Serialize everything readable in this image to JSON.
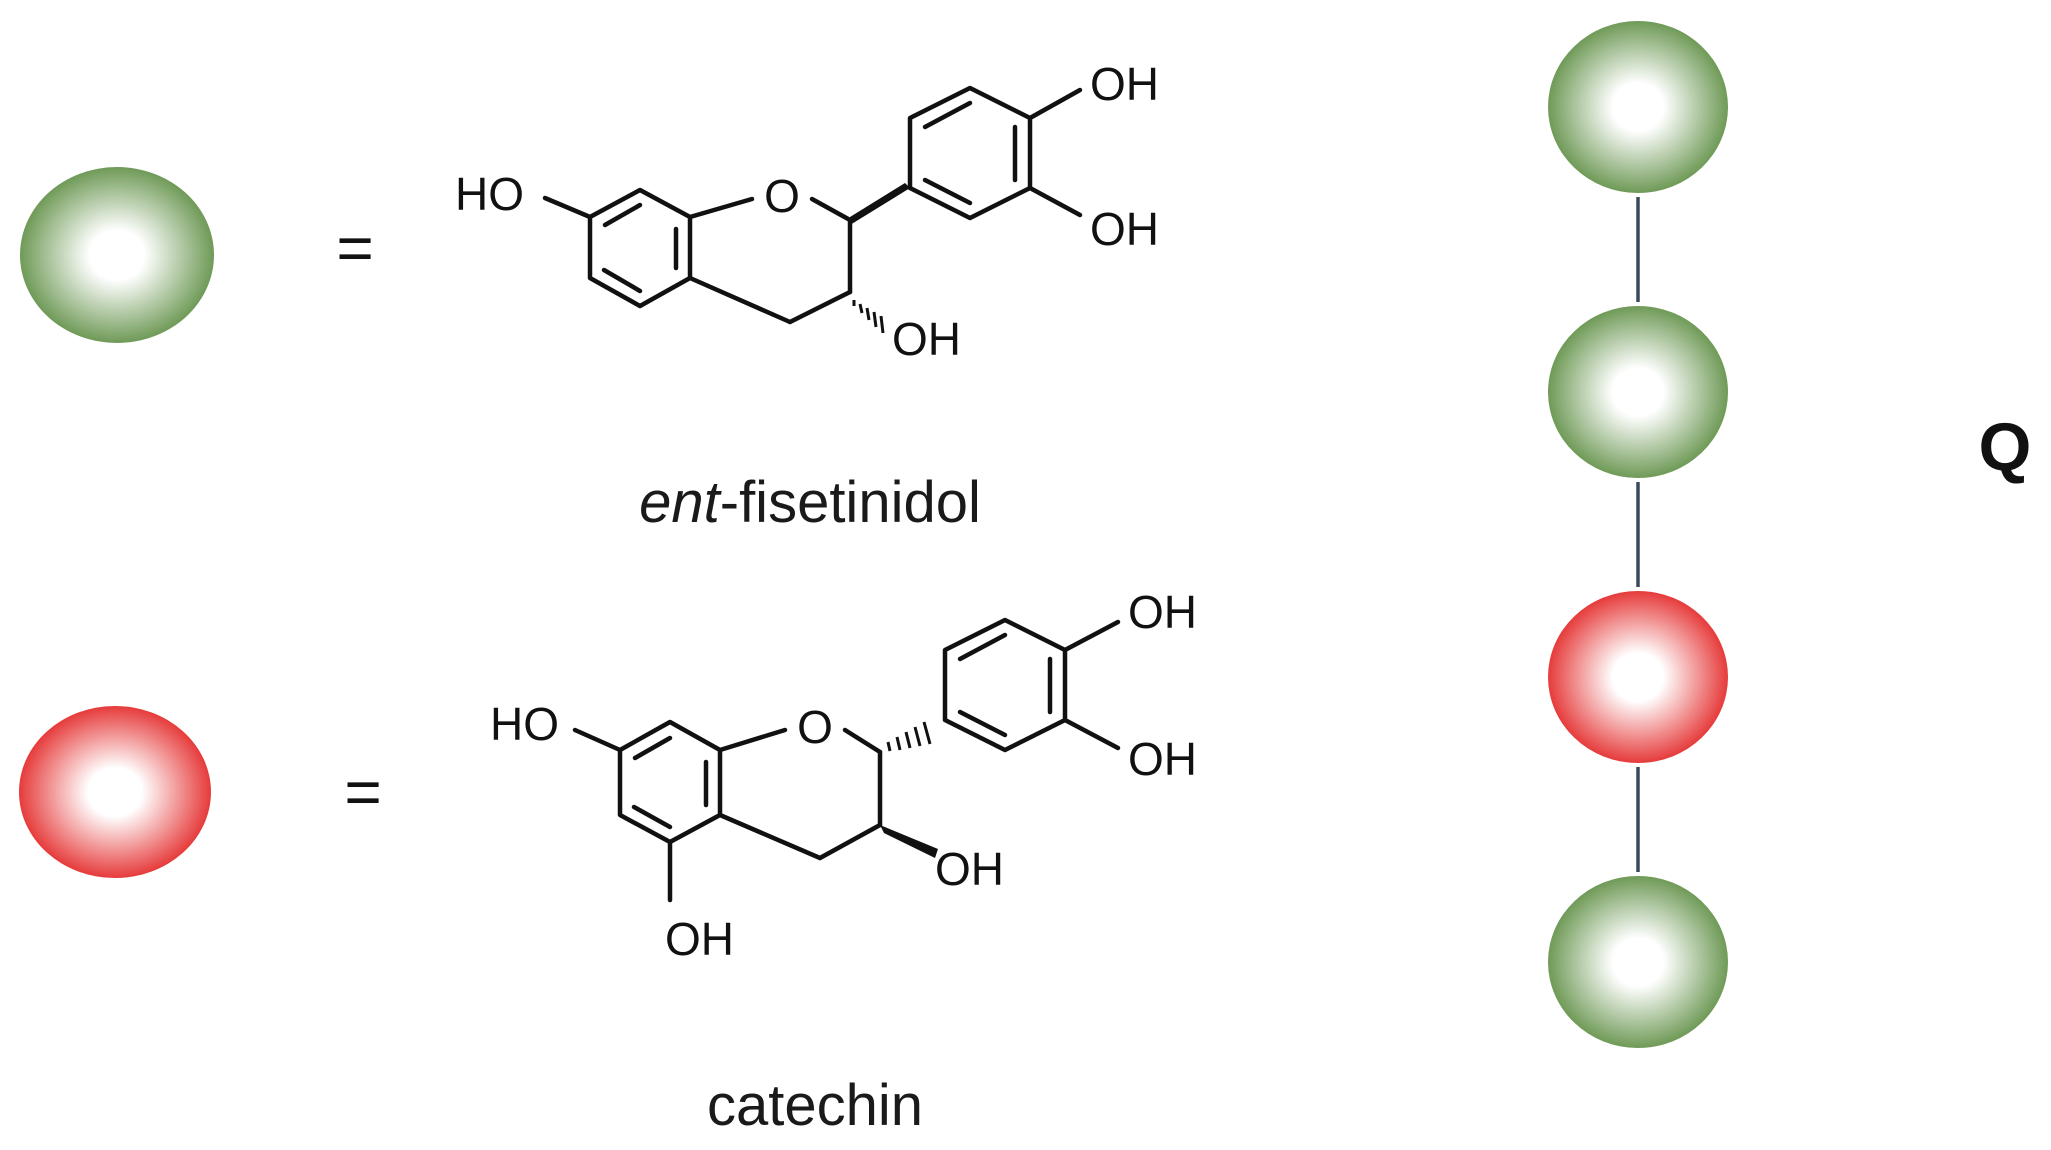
{
  "legend": [
    {
      "color_key": "green",
      "equals": "=",
      "caption_italic": "ent",
      "caption_rest": "-fisetinidol"
    },
    {
      "color_key": "red",
      "equals": "=",
      "caption_italic": "",
      "caption_rest": "catechin"
    }
  ],
  "atoms": {
    "oh": "OH",
    "ho": "HO",
    "o": "O"
  },
  "chain": {
    "label": "Q",
    "units": [
      "green",
      "green",
      "red",
      "green"
    ]
  },
  "colors": {
    "green": "#6f9a57",
    "red": "#e63b3b",
    "link": "#3b4a5a"
  }
}
